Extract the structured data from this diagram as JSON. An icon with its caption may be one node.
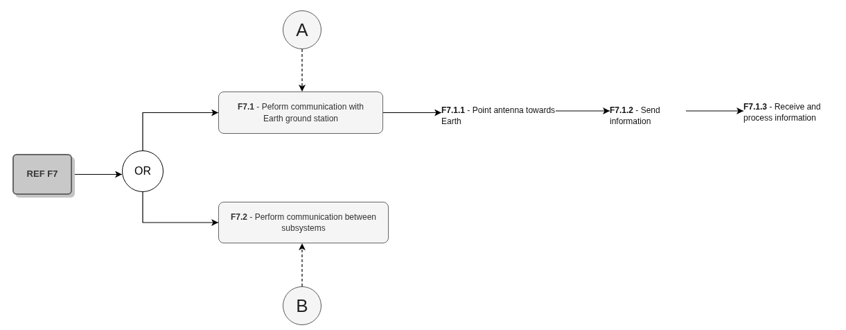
{
  "diagram": {
    "nodes": [
      {
        "text": [
          "A"
        ]
      },
      {
        "text": [
          "REF F7"
        ]
      },
      {
        "text": [
          "OR"
        ]
      },
      {
        "text": [
          "**F7.1** - Peform communication with Earth ground station"
        ]
      },
      {
        "text": [
          "**F7.1.1** - Point antenna towards Earth"
        ]
      },
      {
        "text": [
          "**F7.1.2** - Send information"
        ]
      },
      {
        "text": [
          "**F7.1.3** - Receive and process information"
        ]
      },
      {
        "text": [
          "**F7.2** - Perform communication between subsystems"
        ]
      },
      {
        "text": [
          "B"
        ]
      }
    ],
    "edges": [
      {
        "from": 0,
        "to": 3,
        "arrow": "to",
        "style": "dashed"
      },
      {
        "from": 1,
        "to": 2,
        "arrow": "to"
      },
      {
        "from": 2,
        "to": 3,
        "arrow": "to"
      },
      {
        "from": 2,
        "to": 7,
        "arrow": "to"
      },
      {
        "from": 3,
        "to": 4,
        "arrow": "to"
      },
      {
        "from": 4,
        "to": 5,
        "arrow": "to"
      },
      {
        "from": 5,
        "to": 6,
        "arrow": "to"
      },
      {
        "from": 8,
        "to": 7,
        "arrow": "to",
        "style": "dashed"
      }
    ]
  }
}
